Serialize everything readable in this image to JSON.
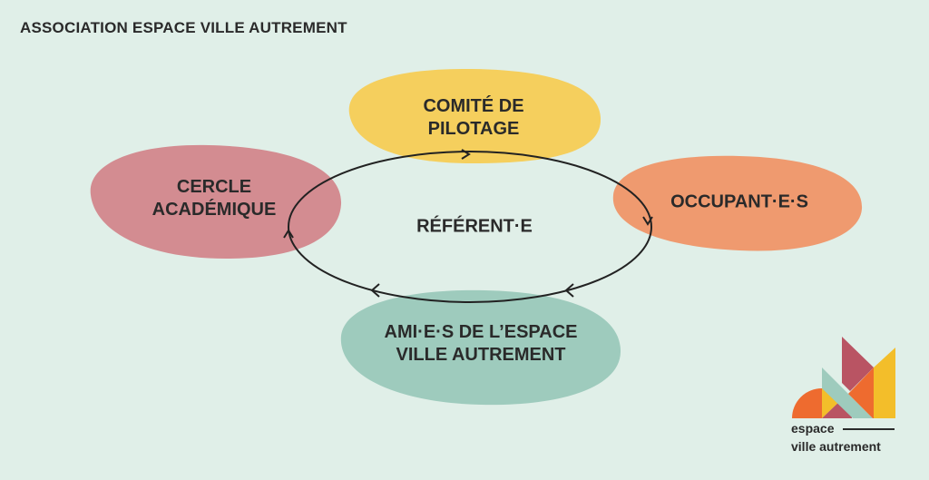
{
  "header": {
    "title": "ASSOCIATION ESPACE VILLE AUTREMENT"
  },
  "diagram": {
    "center": "RÉFÉRENT·E",
    "nodes": [
      {
        "line1": "COMITÉ DE",
        "line2": "PILOTAGE",
        "color": "#f5cf5d"
      },
      {
        "line1": "OCCUPANT·E·S",
        "line2": "",
        "color": "#ef9a6f"
      },
      {
        "line1": "AMI·E·S DE L’ESPACE",
        "line2": "VILLE AUTREMENT",
        "color": "#9ecbbd"
      },
      {
        "line1": "CERCLE",
        "line2": "ACADÉMIQUE",
        "color": "#d38c91"
      }
    ]
  },
  "logo": {
    "line1": "espace",
    "line2": "ville autrement"
  }
}
